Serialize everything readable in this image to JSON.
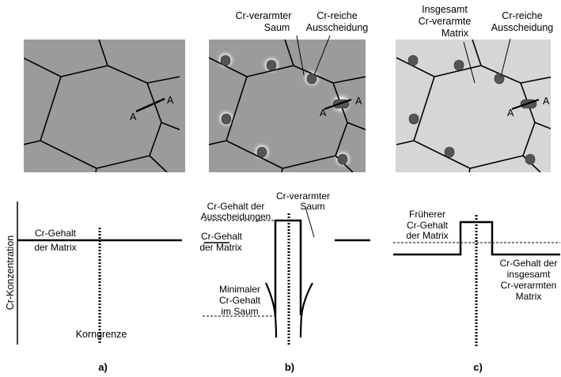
{
  "panel_a": {
    "section_label": "A",
    "graph": {
      "y_axis_label": "Cr-Konzentration",
      "matrix_label": [
        "Cr-Gehalt",
        "der Matrix"
      ],
      "boundary_label": "Korngrenze"
    },
    "caption": "a)"
  },
  "panel_b": {
    "depleted_zone_label": [
      "Cr-verarmter",
      "Saum"
    ],
    "precipitate_label": [
      "Cr-reiche",
      "Ausscheidung"
    ],
    "section_label": "A",
    "graph": {
      "depleted_zone_label": [
        "Cr-verarmter",
        "Saum"
      ],
      "precipitate_content_label": [
        "Cr-Gehalt der",
        "Ausscheidungen"
      ],
      "matrix_label": [
        "Cr-Gehalt",
        "der Matrix"
      ],
      "min_label": [
        "Minimaler",
        "Cr-Gehalt",
        "im Saum"
      ]
    },
    "caption": "b)"
  },
  "panel_c": {
    "matrix_label": [
      "Insgesamt",
      "Cr-verarmte",
      "Matrix"
    ],
    "precipitate_label": [
      "Cr-reiche",
      "Ausscheidung"
    ],
    "section_label": "A",
    "graph": {
      "former_label": [
        "Früherer",
        "Cr-Gehalt",
        "der Matrix"
      ],
      "depleted_label": [
        "Cr-Gehalt der",
        "insgesamt",
        "Cr-verarmten",
        "Matrix"
      ]
    },
    "caption": "c)"
  },
  "colors": {
    "grain_dark": "#9b9b9b",
    "grain_light": "#d6d6d6",
    "precipitate": "#555555"
  }
}
